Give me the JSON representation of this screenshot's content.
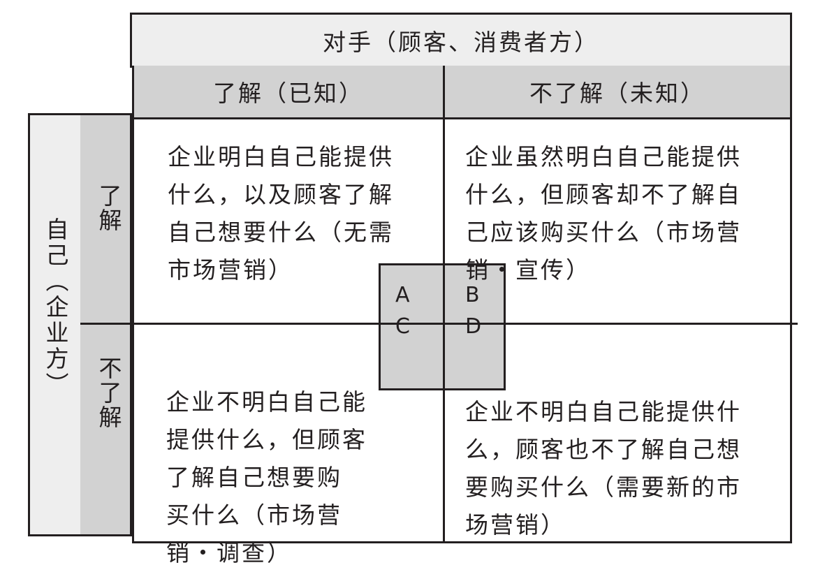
{
  "header": {
    "top": "对手（顾客、消费者方）",
    "col_known": "了解（已知）",
    "col_unknown": "不了解（未知）"
  },
  "side": {
    "outer": "自己（企业方）",
    "row_known": "了解",
    "row_unknown": "不了解"
  },
  "cells": {
    "a": "企业明白自己能提供\n什么，以及顾客了解\n自己想要什么（无需\n市场营销）",
    "b": "企业虽然明白自己能提供\n什么，但顾客却不了解自\n己应该购买什么（市场营\n销・宣传）",
    "c": "企业不明白自己能\n提供什么，但顾客\n了解自己想要购\n买什么（市场营\n销・调查）",
    "d": "企业不明白自己能提供什\n么，顾客也不了解自己想\n要购买什么（需要新的市\n场营销）"
  },
  "letters": {
    "a": "A",
    "b": "B",
    "c": "C",
    "d": "D"
  },
  "colors": {
    "header_bg": "#eeeeee",
    "subheader_bg": "#d2d2d2",
    "line": "#231f20",
    "center_box": "#d2d2d2"
  }
}
